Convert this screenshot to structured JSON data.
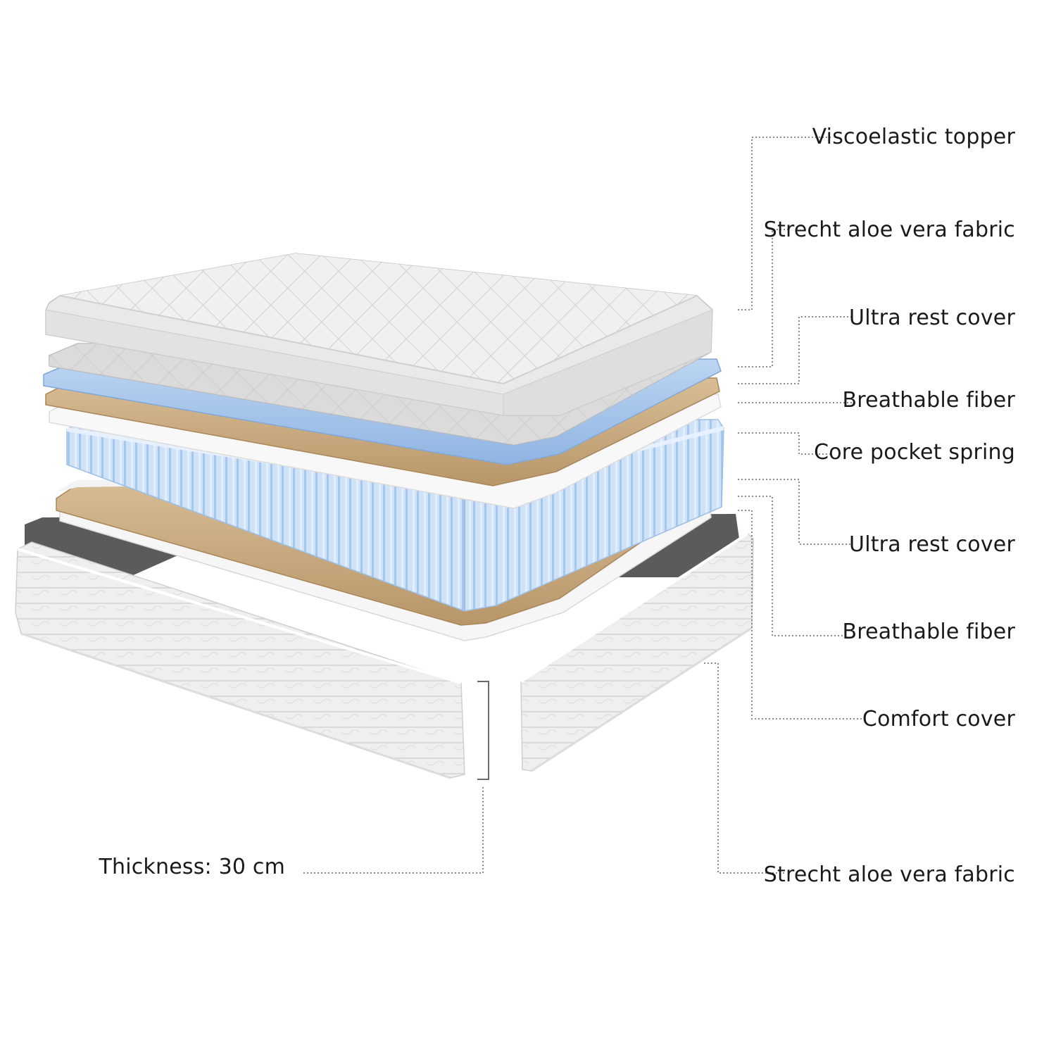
{
  "diagram": {
    "layers": [
      "Viscoelastic topper",
      "Strecht aloe vera fabric",
      "Ultra rest cover",
      "Breathable fiber",
      "Core pocket spring",
      "Ultra rest cover",
      "Breathable fiber",
      "Comfort cover",
      "Strecht aloe vera fabric"
    ],
    "thickness_label": "Thickness: 30 cm"
  },
  "colors": {
    "quilt": "#eeeeee",
    "quilt_line": "#c9c9c9",
    "blue_foam": "#a9c8ec",
    "spring": "#cfe2f8",
    "spring_line": "#9dbfe6",
    "fiber": "#c9a97f",
    "fiber_edge": "#a98658",
    "white_sheet": "#f7f7f7",
    "base_dark": "#5b5b5b",
    "leader": "#8a8a8a",
    "text": "#1a1a1a"
  }
}
